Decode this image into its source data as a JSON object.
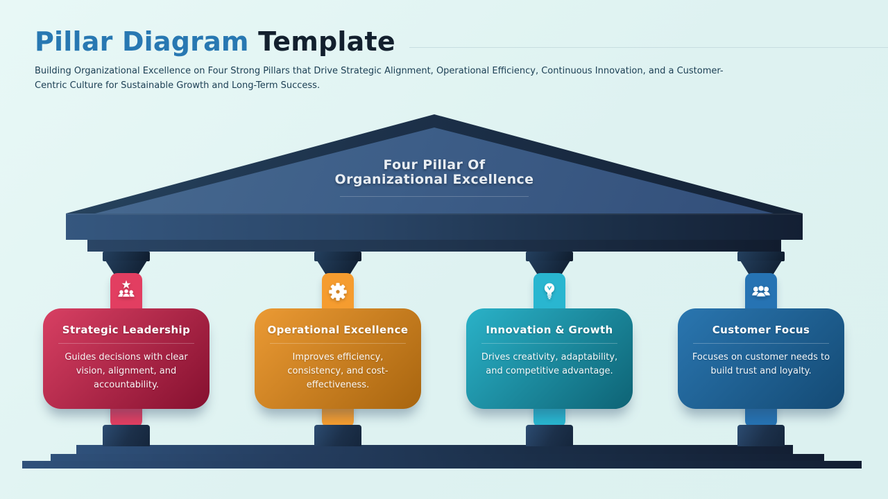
{
  "slide": {
    "title": {
      "primary": "Pillar Diagram",
      "secondary": "Template"
    },
    "subtitle": "Building Organizational Excellence on Four Strong Pillars that Drive Strategic Alignment, Operational Efficiency, Continuous Innovation, and a Customer-Centric Culture for Sustainable Growth and Long-Term Success."
  },
  "pediment": {
    "label_line1": "Four Pillar Of",
    "label_line2": "Organizational Excellence"
  },
  "pillars": [
    {
      "title": "Strategic Leadership",
      "description": "Guides decisions with clear vision, alignment, and accountability.",
      "icon": "leadership-star-people-icon",
      "shaft_color": "#e23e61",
      "card_gradient": [
        "#d84063",
        "#85102f"
      ]
    },
    {
      "title": "Operational Excellence",
      "description": "Improves efficiency, consistency, and cost-effectiveness.",
      "icon": "gear-icon",
      "shaft_color": "#f59c2f",
      "card_gradient": [
        "#eb9a34",
        "#a8650f"
      ]
    },
    {
      "title": "Innovation & Growth",
      "description": "Drives creativity, adaptability, and competitive advantage.",
      "icon": "lightbulb-icon",
      "shaft_color": "#29b6d0",
      "card_gradient": [
        "#2ab2c8",
        "#0e6375"
      ]
    },
    {
      "title": "Customer Focus",
      "description": "Focuses on customer needs to build trust and loyalty.",
      "icon": "users-group-icon",
      "shaft_color": "#2673b3",
      "card_gradient": [
        "#2a76b0",
        "#144a74"
      ]
    }
  ],
  "theme": {
    "background": "#def2f1",
    "title_primary_color": "#2878b2",
    "title_secondary_color": "#13202e",
    "subtitle_color": "#1d4055",
    "structure_dark_navy": "#15263c",
    "structure_mid_blue": "#2c4a6f",
    "roof_inner_blue": "#3d5e88",
    "pediment_label_color": "#e9eef3"
  }
}
